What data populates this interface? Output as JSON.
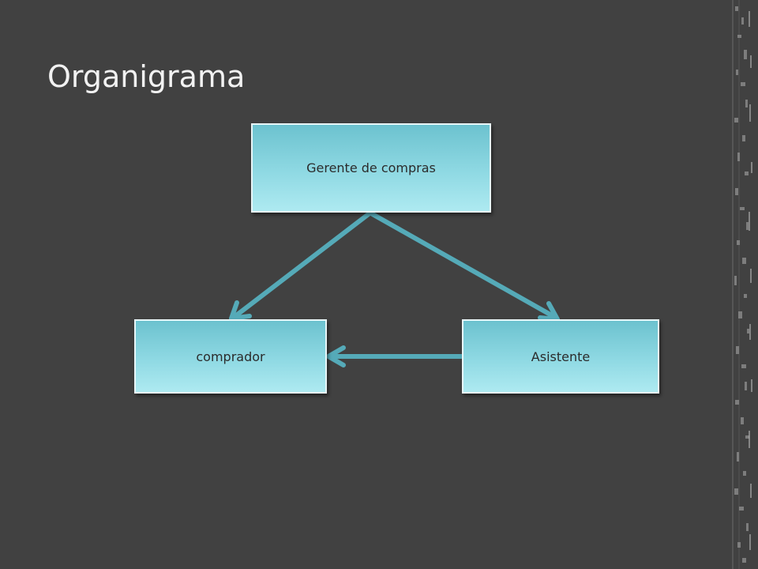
{
  "slide": {
    "title": "Organigrama"
  },
  "org_chart": {
    "nodes": {
      "manager": "Gerente de compras",
      "buyer": "comprador",
      "assistant": "Asistente"
    },
    "connector_color": "#55aab8",
    "node_fill_top": "#6cc2cf",
    "node_fill_bottom": "#aeeaf1"
  }
}
